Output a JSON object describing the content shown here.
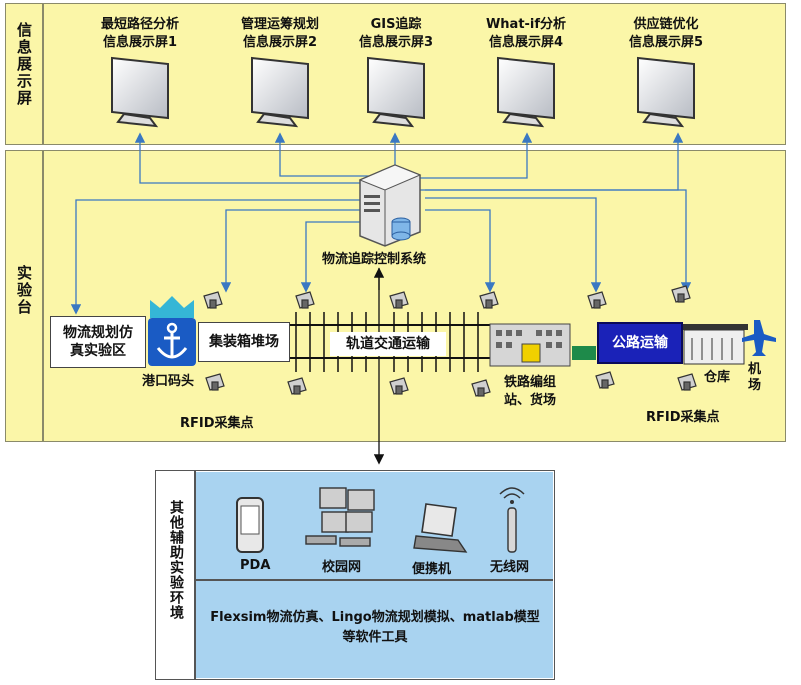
{
  "sections": {
    "info_display": "信息展示屏",
    "lab_platform": "实验台",
    "aux_env": "其他辅助实验环境"
  },
  "screens": [
    {
      "line1": "最短路径分析",
      "line2": "信息展示屏1"
    },
    {
      "line1": "管理运筹规划",
      "line2": "信息展示屏2"
    },
    {
      "line1": "GIS追踪",
      "line2": "信息展示屏3"
    },
    {
      "line1": "What-if分析",
      "line2": "信息展示屏4"
    },
    {
      "line1": "供应链优化",
      "line2": "信息展示屏5"
    }
  ],
  "lab": {
    "server_label": "物流追踪控制系统",
    "planning_zone": "物流规划仿真实验区",
    "container_yard": "集装箱堆场",
    "rail_transport": "轨道交通运输",
    "port": "港口码头",
    "rail_station": "铁路编组站、货场",
    "road_transport": "公路运输",
    "warehouse": "仓库",
    "airport": "机场",
    "rfid_left": "RFID采集点",
    "rfid_right": "RFID采集点"
  },
  "aux": {
    "devices": [
      "PDA",
      "校园网",
      "便携机",
      "无线网"
    ],
    "software": "Flexsim物流仿真、Lingo物流规划模拟、matlab模型等软件工具"
  },
  "colors": {
    "panel_yellow": "#fbf6a8",
    "aux_blue": "#a9d3f0",
    "connector_blue": "#3a78c2",
    "road_box": "#1a22b8"
  }
}
